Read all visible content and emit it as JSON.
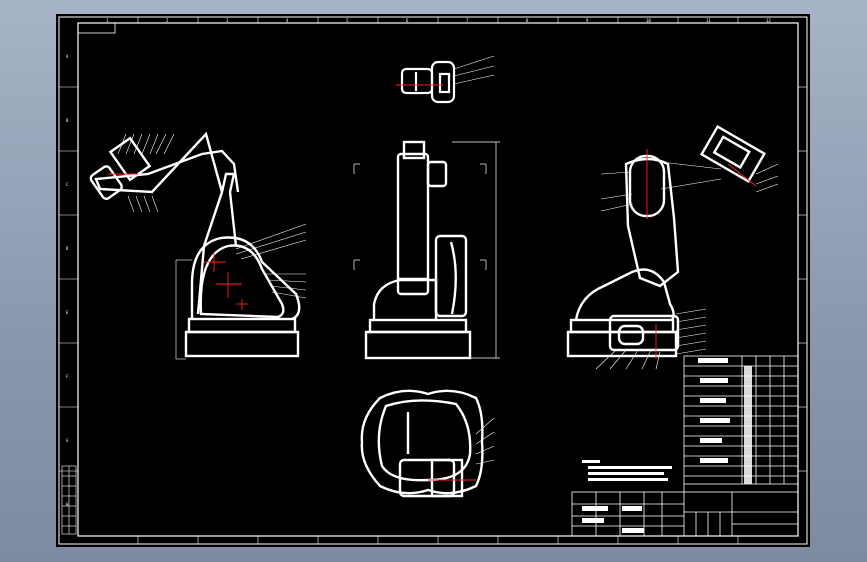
{
  "viewer": {
    "colors": {
      "background": "#8a97ad",
      "canvas": "#000000",
      "line": "#ffffff",
      "centerline": "#ff2020"
    }
  },
  "drawing": {
    "grid_columns": [
      "1",
      "2",
      "3",
      "4",
      "5",
      "6",
      "7",
      "8",
      "9",
      "10",
      "11",
      "12"
    ],
    "grid_rows": [
      "A",
      "B",
      "C",
      "D",
      "E",
      "F",
      "G",
      "H"
    ]
  }
}
